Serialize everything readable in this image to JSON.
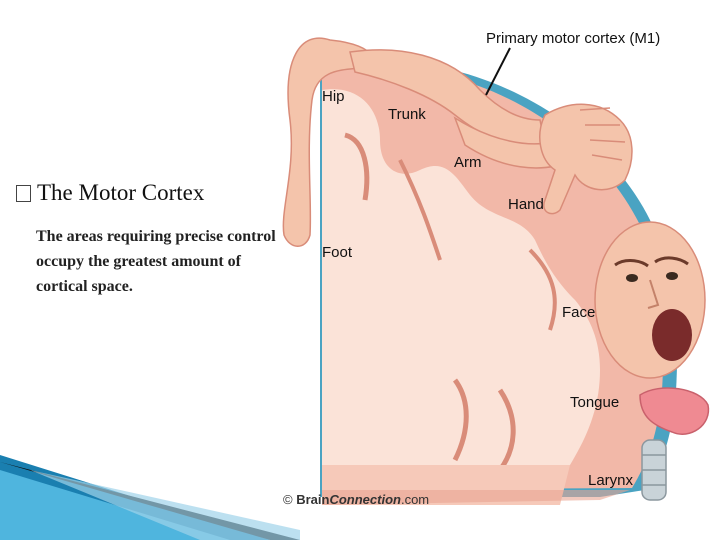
{
  "slide": {
    "title": "The Motor Cortex",
    "body": "The areas requiring precise control occupy the greatest amount of cortical space.",
    "title_bullet_icon": "square-bullet-icon"
  },
  "diagram": {
    "labels": {
      "m1": "Primary motor cortex (M1)",
      "hip": "Hip",
      "trunk": "Trunk",
      "arm": "Arm",
      "hand": "Hand",
      "foot": "Foot",
      "face": "Face",
      "tongue": "Tongue",
      "larynx": "Larynx"
    },
    "credit_symbol": "©",
    "credit_brain": "Brain",
    "credit_connection": "Connection",
    "credit_domain": ".com"
  },
  "colors": {
    "cortex_pink": "#f2b8a8",
    "cortex_light": "#fbe3d8",
    "gyrus_line": "#d98c79",
    "meninges_blue": "#4aa3c2",
    "skin": "#f4c4ab",
    "tongue": "#ef8a92",
    "corner_blue": "#1a7fb0"
  }
}
